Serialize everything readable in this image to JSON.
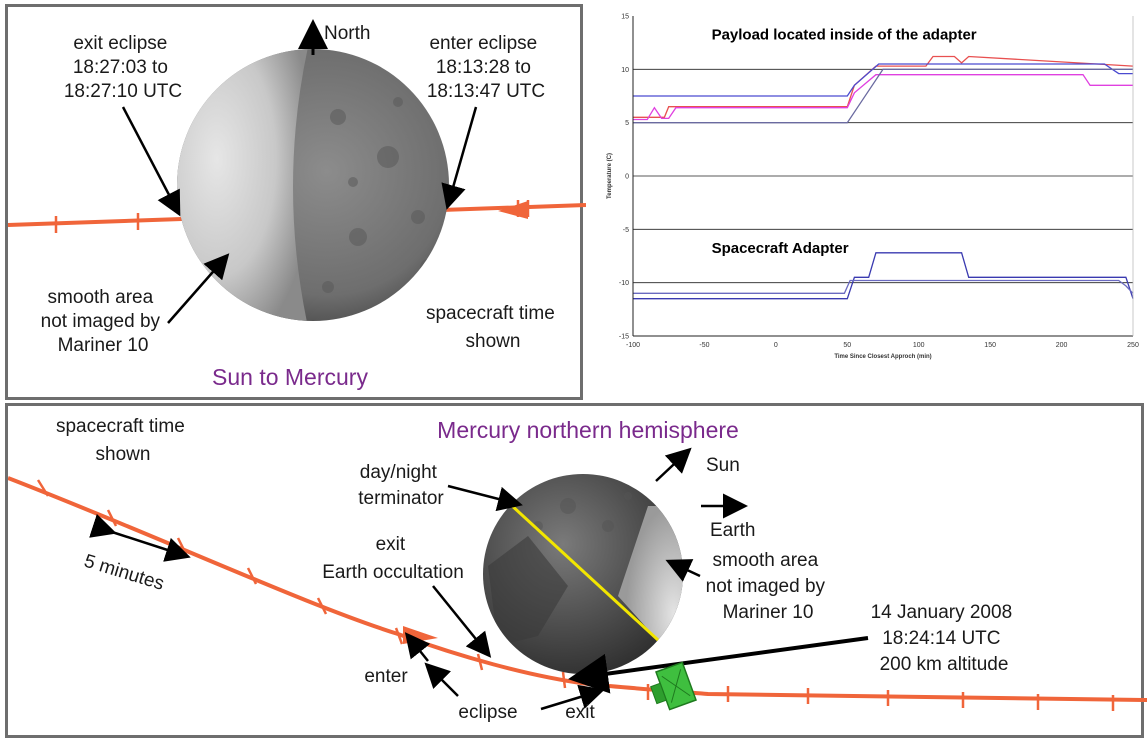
{
  "top_left": {
    "north_label": "North",
    "exit_eclipse": [
      "exit eclipse",
      "18:27:03 to",
      "18:27:10 UTC"
    ],
    "enter_eclipse": [
      "enter eclipse",
      "18:13:28 to",
      "18:13:47 UTC"
    ],
    "smooth_area": [
      "smooth area",
      "not imaged by",
      "Mariner 10"
    ],
    "spacecraft_time": [
      "spacecraft time",
      "shown"
    ],
    "title": "Sun to Mercury"
  },
  "bottom": {
    "spacecraft_time": [
      "spacecraft time",
      "shown"
    ],
    "title": "Mercury northern hemisphere",
    "terminator": [
      "day/night",
      "terminator"
    ],
    "sun_label": "Sun",
    "earth_label": "Earth",
    "exit_occultation": [
      "exit",
      "Earth occultation"
    ],
    "smooth_area": [
      "smooth area",
      "not imaged by",
      "Mariner 10"
    ],
    "five_minutes": "5 minutes",
    "closest_approach": [
      "14 January 2008",
      "18:24:14 UTC",
      "200 km altitude"
    ],
    "enter": "enter",
    "eclipse": "eclipse",
    "exit": "exit"
  },
  "colors": {
    "trajectory": "#f0653a",
    "terminator": "#f2e600",
    "title_purple": "#7a2a8c",
    "spacecraft_green": "#3fbf3f"
  },
  "chart_data": {
    "type": "line",
    "xlabel": "Time Since Closest Approch (min)",
    "ylabel": "Temperature (C)",
    "xlim": [
      -100,
      250
    ],
    "ylim": [
      -15,
      15
    ],
    "xticks": [
      -100,
      -50,
      0,
      50,
      100,
      150,
      200,
      250
    ],
    "yticks": [
      15,
      10,
      5,
      0,
      -5,
      -10,
      -15
    ],
    "grid_y": [
      10,
      5,
      0,
      -5,
      -10
    ],
    "annotations": [
      {
        "text": "Payload located inside of the adapter",
        "x": -45,
        "y": 12.8
      },
      {
        "text": "Spacecraft Adapter",
        "x": -45,
        "y": -7.2
      }
    ],
    "series": [
      {
        "color": "#e85050",
        "x": [
          -100,
          -78,
          -75,
          -70,
          -65,
          -60,
          50,
          55,
          70,
          75,
          105,
          110,
          115,
          120,
          125,
          130,
          135,
          250
        ],
        "y": [
          5.5,
          5.5,
          6.5,
          6.5,
          6.5,
          6.5,
          6.5,
          8.5,
          10.3,
          10.3,
          10.3,
          11.2,
          11.2,
          11.2,
          11.2,
          10.6,
          11.2,
          10.3
        ]
      },
      {
        "color": "#e040e0",
        "x": [
          -100,
          -90,
          -85,
          -80,
          -75,
          -70,
          -65,
          50,
          55,
          70,
          75,
          215,
          220,
          250
        ],
        "y": [
          5.3,
          5.3,
          6.4,
          5.4,
          5.4,
          6.4,
          6.4,
          6.4,
          7.8,
          9.5,
          9.5,
          9.5,
          8.5,
          8.5
        ]
      },
      {
        "color": "#4a4ad0",
        "x": [
          -100,
          50,
          55,
          72,
          75,
          230,
          240,
          250
        ],
        "y": [
          7.5,
          7.5,
          8.5,
          10.5,
          10.5,
          10.5,
          9.6,
          9.6
        ]
      },
      {
        "color": "#6a6aa0",
        "x": [
          -100,
          -90,
          50,
          60,
          75,
          230,
          240,
          250
        ],
        "y": [
          5.0,
          5.0,
          5.0,
          7.0,
          10.0,
          10.0,
          10.0,
          10.0
        ]
      },
      {
        "color": "#3a3ab0",
        "x": [
          -100,
          50,
          55,
          65,
          70,
          130,
          135,
          245,
          250
        ],
        "y": [
          -11.5,
          -11.5,
          -9.5,
          -9.5,
          -7.2,
          -7.2,
          -9.5,
          -9.5,
          -11.5
        ]
      },
      {
        "color": "#6a6ac0",
        "x": [
          -100,
          48,
          52,
          130,
          135,
          240,
          245,
          250
        ],
        "y": [
          -11.0,
          -11.0,
          -9.8,
          -9.8,
          -9.8,
          -9.8,
          -10.3,
          -11.0
        ]
      }
    ]
  }
}
